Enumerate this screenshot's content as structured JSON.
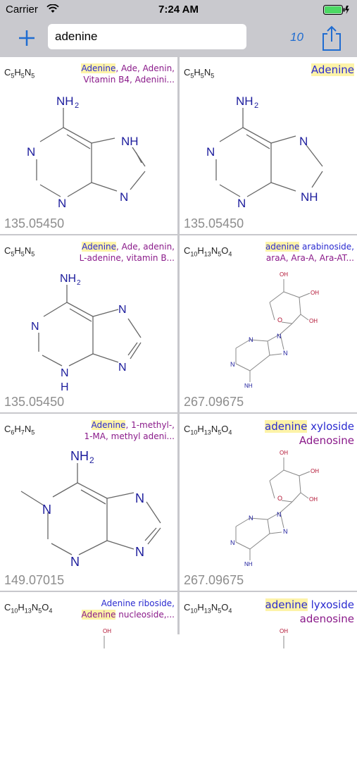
{
  "status": {
    "carrier": "Carrier",
    "time": "7:24 AM"
  },
  "toolbar": {
    "search_value": "adenine",
    "count": "10"
  },
  "colors": {
    "accent": "#1f6cd1",
    "name_blue": "#2a2ad0",
    "name_purple": "#8a1a8a",
    "highlight": "#fdf3a8",
    "bar_bg": "#c9c9ce"
  },
  "cells": [
    {
      "formula": {
        "parts": [
          [
            "C",
            ""
          ],
          [
            "5",
            "sub"
          ],
          [
            "H",
            ""
          ],
          [
            "5",
            "sub"
          ],
          [
            "N",
            ""
          ],
          [
            "5",
            "sub"
          ]
        ]
      },
      "names": [
        [
          "Adenine",
          ", Ade, Adenin,"
        ],
        [
          "",
          "Vitamin B4, Adenini..."
        ]
      ],
      "mass": "135.05450"
    },
    {
      "formula": {
        "parts": [
          [
            "C",
            ""
          ],
          [
            "5",
            "sub"
          ],
          [
            "H",
            ""
          ],
          [
            "5",
            "sub"
          ],
          [
            "N",
            ""
          ],
          [
            "5",
            "sub"
          ]
        ]
      },
      "names": [
        [
          "Adenine",
          ""
        ]
      ],
      "mass": "135.05450"
    },
    {
      "formula": {
        "parts": [
          [
            "C",
            ""
          ],
          [
            "5",
            "sub"
          ],
          [
            "H",
            ""
          ],
          [
            "5",
            "sub"
          ],
          [
            "N",
            ""
          ],
          [
            "5",
            "sub"
          ]
        ]
      },
      "names": [
        [
          "Adenine",
          ", Ade, adenin,"
        ],
        [
          "",
          "L-adenine, vitamin B..."
        ]
      ],
      "mass": "135.05450"
    },
    {
      "formula": {
        "parts": [
          [
            "C",
            ""
          ],
          [
            "10",
            "sub"
          ],
          [
            "H",
            ""
          ],
          [
            "13",
            "sub"
          ],
          [
            "N",
            ""
          ],
          [
            "5",
            "sub"
          ],
          [
            "O",
            ""
          ],
          [
            "4",
            "sub"
          ]
        ]
      },
      "names": [
        [
          "adenine",
          " arabinoside,"
        ],
        [
          "",
          "araA, Ara-A, Ara-AT..."
        ]
      ],
      "mass": "267.09675"
    },
    {
      "formula": {
        "parts": [
          [
            "C",
            ""
          ],
          [
            "6",
            "sub"
          ],
          [
            "H",
            ""
          ],
          [
            "7",
            "sub"
          ],
          [
            "N",
            ""
          ],
          [
            "5",
            "sub"
          ]
        ]
      },
      "names": [
        [
          "Adenine",
          ", 1-methyl-,"
        ],
        [
          "",
          "1-MA, methyl adeni..."
        ]
      ],
      "mass": "149.07015"
    },
    {
      "formula": {
        "parts": [
          [
            "C",
            ""
          ],
          [
            "10",
            "sub"
          ],
          [
            "H",
            ""
          ],
          [
            "13",
            "sub"
          ],
          [
            "N",
            ""
          ],
          [
            "5",
            "sub"
          ],
          [
            "O",
            ""
          ],
          [
            "4",
            "sub"
          ]
        ]
      },
      "names": [
        [
          "adenine",
          " xyloside"
        ],
        [
          "",
          "Adenosine"
        ]
      ],
      "mass": "267.09675"
    },
    {
      "formula": {
        "parts": [
          [
            "C",
            ""
          ],
          [
            "10",
            "sub"
          ],
          [
            "H",
            ""
          ],
          [
            "13",
            "sub"
          ],
          [
            "N",
            ""
          ],
          [
            "5",
            "sub"
          ],
          [
            "O",
            ""
          ],
          [
            "4",
            "sub"
          ]
        ]
      },
      "names": [
        [
          "",
          "Adenine riboside,"
        ],
        [
          "Adenine",
          " nucleoside,..."
        ]
      ],
      "mass": ""
    },
    {
      "formula": {
        "parts": [
          [
            "C",
            ""
          ],
          [
            "10",
            "sub"
          ],
          [
            "H",
            ""
          ],
          [
            "13",
            "sub"
          ],
          [
            "N",
            ""
          ],
          [
            "5",
            "sub"
          ],
          [
            "O",
            ""
          ],
          [
            "4",
            "sub"
          ]
        ]
      },
      "names": [
        [
          "adenine",
          " lyxoside"
        ],
        [
          "",
          "adenosine"
        ]
      ],
      "mass": ""
    }
  ],
  "atoms": {
    "nh2": "NH",
    "two": "2",
    "n": "N",
    "nh": "NH",
    "h": "H",
    "oh": "OH",
    "o": "O"
  }
}
